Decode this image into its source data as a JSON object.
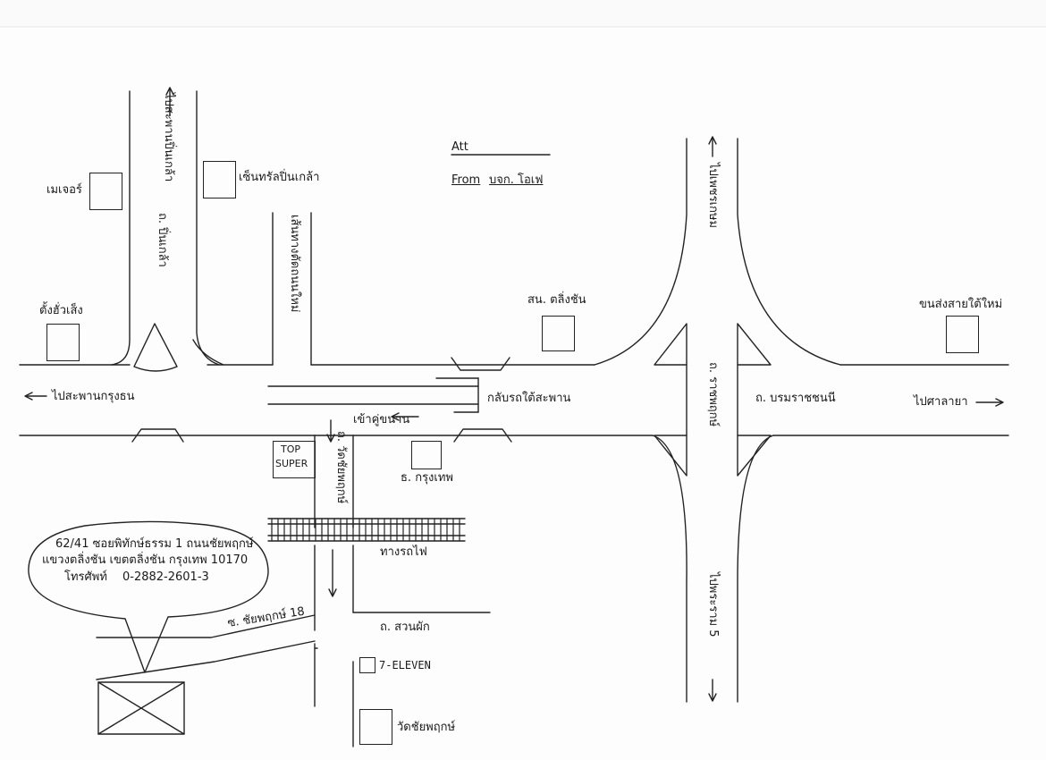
{
  "header": {
    "att": "Att",
    "from_label": "From",
    "from_company": "บจก. โอเฟ"
  },
  "roads": {
    "pinklao_direction": "ไปสะพานปิ่นเกล้า",
    "pinklao_road": "ถ. ปิ่นเกล้า",
    "sirindhorn_road": "เส้นทางตัดถนนใหม่",
    "krungthon_direction": "ไปสะพานกรุงธน",
    "under_bridge_uturn": "กลับรถใต้สะพาน",
    "enter_parallel": "เข้าคู่ขนาน",
    "ratchaphruek_road": "ถ. ราชพฤกษ์",
    "phetkasem_direction": "ไปเพชรเกษม",
    "rama5_direction": "ไปพระราม 5",
    "borommaratchachonnani_road": "ถ. บรมราชชนนี",
    "salaya_direction": "ไปศาลายา",
    "wat_chaiyaphruek_road": "ถ. วัดชัยพฤกษ์",
    "railway": "ทางรถไฟ",
    "suan_phak_road": "ถ. สวนผัก",
    "soi_chaiyaphruek": "ซ. ชัยพฤกษ์ 18"
  },
  "landmarks": {
    "major": "เมเจอร์",
    "central": "เซ็นทรัลปิ่นเกล้า",
    "tang_hua_seng": "ตั้งฮั่วเส็ง",
    "taling_chan_district": "สน. ตลิ่งชัน",
    "southern_bus": "ขนส่งสายใต้ใหม่",
    "top_super_line1": "TOP",
    "top_super_line2": "SUPER",
    "bangkok_bank": "ธ. กรุงเทพ",
    "seven_eleven": "7-ELEVEN",
    "wat_chaiyaphruek": "วัดชัยพฤกษ์"
  },
  "address": {
    "line1": "62/41 ซอยพิทักษ์ธรรม 1 ถนนชัยพฤกษ์",
    "line2": "แขวงตลิ่งชัน  เขตตลิ่งชัน กรุงเทพ 10170",
    "phone_label": "โทรศัพท์",
    "phone_number": "0-2882-2601-3"
  }
}
